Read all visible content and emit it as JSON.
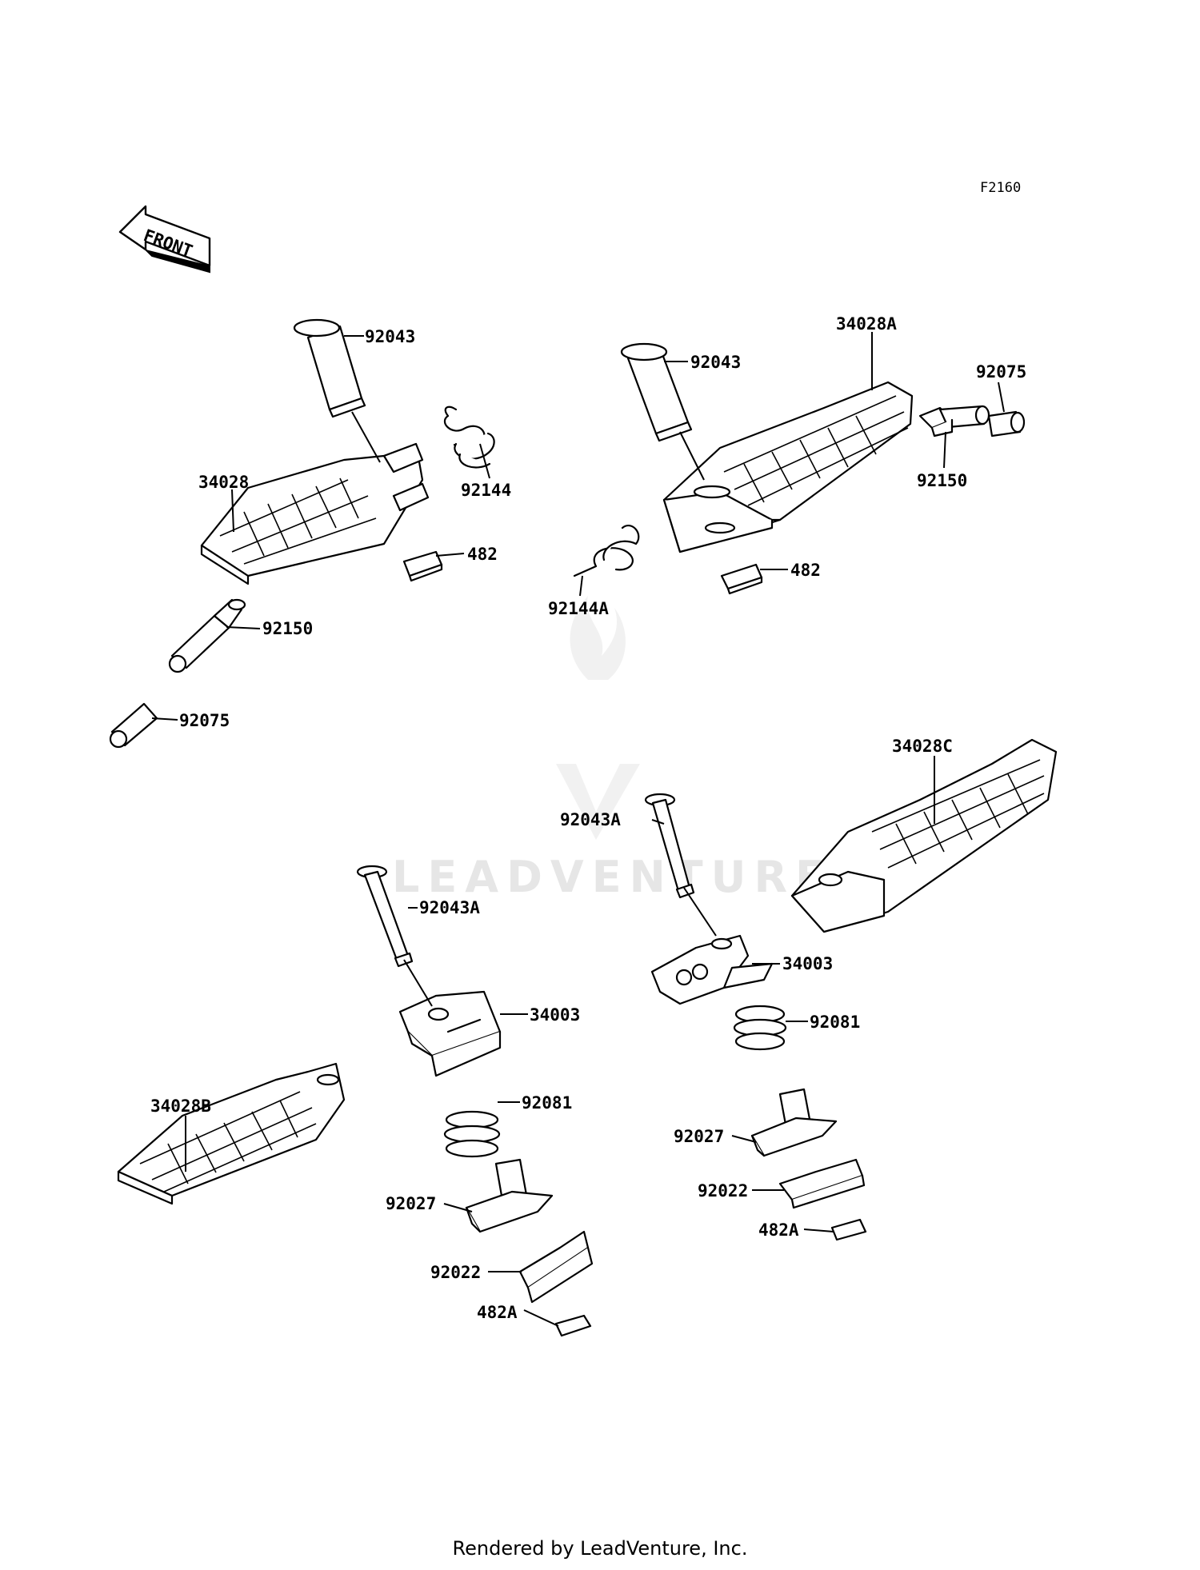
{
  "diagram_code": "F2160",
  "front_label": "FRONT",
  "watermark": "LEADVENTURE",
  "footer": "Rendered by LeadVenture, Inc.",
  "labels": {
    "a": "92043",
    "b": "34028",
    "c": "92144",
    "d": "482",
    "e": "92150",
    "f": "92075",
    "g": "92043",
    "h": "34028A",
    "i": "92075",
    "j": "92150",
    "k": "482",
    "l": "92144A",
    "m": "34028C",
    "n": "92043A",
    "o": "34003",
    "p": "92081",
    "q": "92027",
    "r": "92022",
    "s": "482A",
    "t": "92043A",
    "u": "34003",
    "v": "34028B",
    "w": "92081",
    "x": "92027",
    "y": "92022",
    "z": "482A"
  }
}
